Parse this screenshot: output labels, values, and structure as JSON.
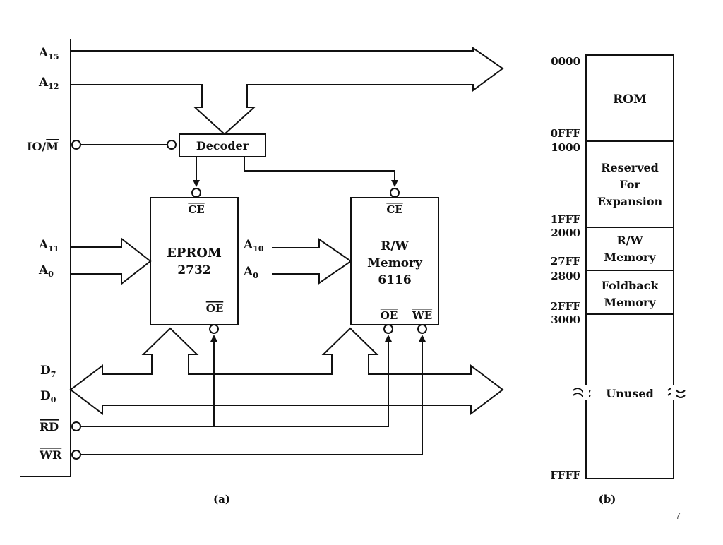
{
  "signals": {
    "a15": "A",
    "a15_sub": "15",
    "a12": "A",
    "a12_sub": "12",
    "io_m": "IO/",
    "io_m_bar": "M",
    "a11": "A",
    "a11_sub": "11",
    "a0_left": "A",
    "a0_left_sub": "0",
    "a10": "A",
    "a10_sub": "10",
    "a0_mid": "A",
    "a0_mid_sub": "0",
    "d7": "D",
    "d7_sub": "7",
    "d0": "D",
    "d0_sub": "0",
    "rd": "RD",
    "wr": "WR"
  },
  "decoder": {
    "label": "Decoder"
  },
  "eprom": {
    "ce": "CE",
    "line1": "EPROM",
    "line2": "2732",
    "oe": "OE"
  },
  "ram": {
    "ce": "CE",
    "line1": "R/W",
    "line2": "Memory",
    "line3": "6116",
    "oe": "OE",
    "we": "WE"
  },
  "memory_map": {
    "addresses": [
      "0000",
      "0FFF",
      "1000",
      "1FFF",
      "2000",
      "27FF",
      "2800",
      "2FFF",
      "3000",
      "FFFF"
    ],
    "regions": [
      {
        "lines": [
          "ROM"
        ]
      },
      {
        "lines": [
          "Reserved",
          "For",
          "Expansion"
        ]
      },
      {
        "lines": [
          "R/W",
          "Memory"
        ]
      },
      {
        "lines": [
          "Foldback",
          "Memory"
        ]
      },
      {
        "lines": [
          "Unused"
        ]
      }
    ]
  },
  "captions": {
    "a": "(a)",
    "b": "(b)"
  },
  "slide_number": "7"
}
